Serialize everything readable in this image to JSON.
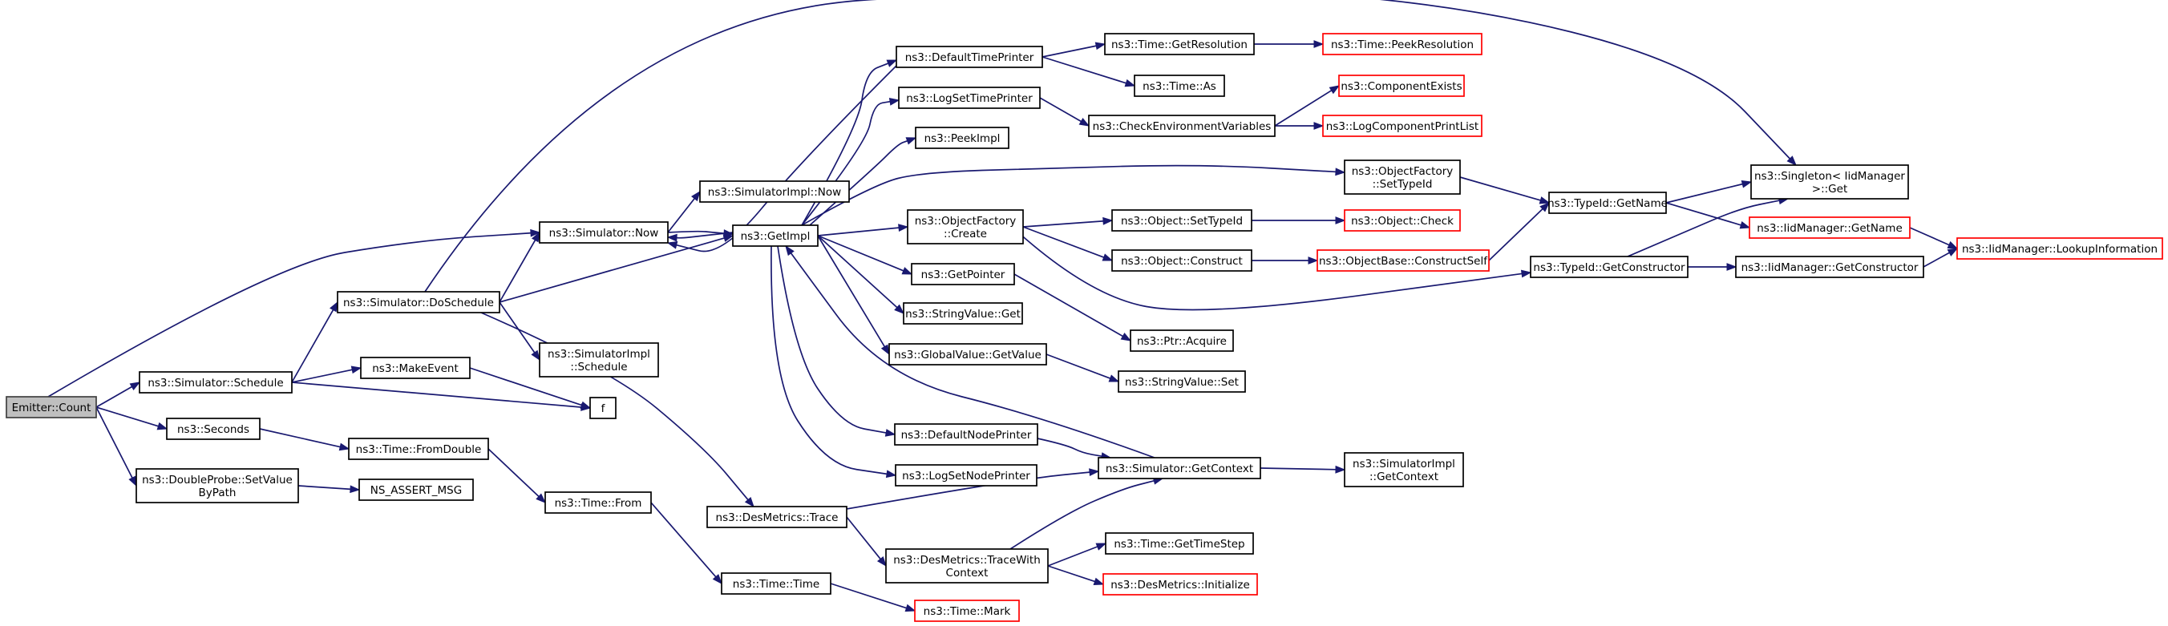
{
  "nodes": [
    {
      "id": "emitter_count",
      "lines": [
        "Emitter::Count"
      ],
      "kind": "root"
    },
    {
      "id": "sim_schedule",
      "lines": [
        "ns3::Simulator::Schedule"
      ]
    },
    {
      "id": "seconds",
      "lines": [
        "ns3::Seconds"
      ]
    },
    {
      "id": "dp_setvalue",
      "lines": [
        "ns3::DoubleProbe::SetValue",
        "ByPath"
      ]
    },
    {
      "id": "sim_doschedule",
      "lines": [
        "ns3::Simulator::DoSchedule"
      ]
    },
    {
      "id": "makeevent",
      "lines": [
        "ns3::MakeEvent"
      ]
    },
    {
      "id": "f",
      "lines": [
        "f"
      ]
    },
    {
      "id": "time_fromdouble",
      "lines": [
        "ns3::Time::FromDouble"
      ]
    },
    {
      "id": "ns_assert_msg",
      "lines": [
        "NS_ASSERT_MSG"
      ]
    },
    {
      "id": "sim_now",
      "lines": [
        "ns3::Simulator::Now"
      ]
    },
    {
      "id": "simimpl_schedule",
      "lines": [
        "ns3::SimulatorImpl",
        "::Schedule"
      ]
    },
    {
      "id": "time_from",
      "lines": [
        "ns3::Time::From"
      ]
    },
    {
      "id": "simimpl_now",
      "lines": [
        "ns3::SimulatorImpl::Now"
      ]
    },
    {
      "id": "getimpl",
      "lines": [
        "ns3::GetImpl"
      ]
    },
    {
      "id": "desm_trace",
      "lines": [
        "ns3::DesMetrics::Trace"
      ]
    },
    {
      "id": "time_time",
      "lines": [
        "ns3::Time::Time"
      ]
    },
    {
      "id": "default_time_printer",
      "lines": [
        "ns3::DefaultTimePrinter"
      ]
    },
    {
      "id": "logset_time_printer",
      "lines": [
        "ns3::LogSetTimePrinter"
      ]
    },
    {
      "id": "peekimpl",
      "lines": [
        "ns3::PeekImpl"
      ]
    },
    {
      "id": "of_create",
      "lines": [
        "ns3::ObjectFactory",
        "::Create"
      ]
    },
    {
      "id": "getpointer",
      "lines": [
        "ns3::GetPointer"
      ]
    },
    {
      "id": "stringvalue_get",
      "lines": [
        "ns3::StringValue::Get"
      ]
    },
    {
      "id": "gv_getvalue",
      "lines": [
        "ns3::GlobalValue::GetValue"
      ]
    },
    {
      "id": "default_node_printer",
      "lines": [
        "ns3::DefaultNodePrinter"
      ]
    },
    {
      "id": "logset_node_printer",
      "lines": [
        "ns3::LogSetNodePrinter"
      ]
    },
    {
      "id": "desm_tracewithcontext",
      "lines": [
        "ns3::DesMetrics::TraceWith",
        "Context"
      ]
    },
    {
      "id": "time_mark",
      "lines": [
        "ns3::Time::Mark"
      ],
      "kind": "trunc"
    },
    {
      "id": "time_getresolution",
      "lines": [
        "ns3::Time::GetResolution"
      ]
    },
    {
      "id": "time_as",
      "lines": [
        "ns3::Time::As"
      ]
    },
    {
      "id": "check_env_vars",
      "lines": [
        "ns3::CheckEnvironmentVariables"
      ]
    },
    {
      "id": "obj_settypeid",
      "lines": [
        "ns3::Object::SetTypeId"
      ]
    },
    {
      "id": "obj_construct",
      "lines": [
        "ns3::Object::Construct"
      ]
    },
    {
      "id": "ptr_acquire",
      "lines": [
        "ns3::Ptr::Acquire"
      ]
    },
    {
      "id": "stringvalue_set",
      "lines": [
        "ns3::StringValue::Set"
      ]
    },
    {
      "id": "sim_getcontext",
      "lines": [
        "ns3::Simulator::GetContext"
      ]
    },
    {
      "id": "time_gettimestep",
      "lines": [
        "ns3::Time::GetTimeStep"
      ]
    },
    {
      "id": "desm_initialize",
      "lines": [
        "ns3::DesMetrics::Initialize"
      ],
      "kind": "trunc"
    },
    {
      "id": "time_peekresolution",
      "lines": [
        "ns3::Time::PeekResolution"
      ],
      "kind": "trunc"
    },
    {
      "id": "componentexists",
      "lines": [
        "ns3::ComponentExists"
      ],
      "kind": "trunc"
    },
    {
      "id": "logcomponentprintlist",
      "lines": [
        "ns3::LogComponentPrintList"
      ],
      "kind": "trunc"
    },
    {
      "id": "of_settypeid",
      "lines": [
        "ns3::ObjectFactory",
        "::SetTypeId"
      ]
    },
    {
      "id": "obj_check",
      "lines": [
        "ns3::Object::Check"
      ],
      "kind": "trunc"
    },
    {
      "id": "objbase_constructself",
      "lines": [
        "ns3::ObjectBase::ConstructSelf"
      ],
      "kind": "trunc"
    },
    {
      "id": "simimpl_getcontext",
      "lines": [
        "ns3::SimulatorImpl",
        "::GetContext"
      ]
    },
    {
      "id": "typeid_getname",
      "lines": [
        "ns3::TypeId::GetName"
      ]
    },
    {
      "id": "typeid_getconstructor",
      "lines": [
        "ns3::TypeId::GetConstructor"
      ]
    },
    {
      "id": "singleton_get",
      "lines": [
        "ns3::Singleton< IidManager",
        " >::Get"
      ]
    },
    {
      "id": "iidmanager_getname",
      "lines": [
        "ns3::IidManager::GetName"
      ],
      "kind": "trunc"
    },
    {
      "id": "iidmanager_getconstructor",
      "lines": [
        "ns3::IidManager::GetConstructor"
      ]
    },
    {
      "id": "iidmanager_lookupinfo",
      "lines": [
        "ns3::IidManager::LookupInformation"
      ],
      "kind": "trunc"
    }
  ],
  "edges": [
    [
      "emitter_count",
      "sim_schedule"
    ],
    [
      "emitter_count",
      "seconds"
    ],
    [
      "emitter_count",
      "dp_setvalue"
    ],
    [
      "emitter_count",
      "sim_now"
    ],
    [
      "sim_schedule",
      "sim_doschedule"
    ],
    [
      "sim_schedule",
      "makeevent"
    ],
    [
      "sim_schedule",
      "f"
    ],
    [
      "makeevent",
      "f"
    ],
    [
      "seconds",
      "time_fromdouble"
    ],
    [
      "dp_setvalue",
      "ns_assert_msg"
    ],
    [
      "time_fromdouble",
      "time_from"
    ],
    [
      "time_from",
      "time_time"
    ],
    [
      "time_time",
      "time_mark"
    ],
    [
      "sim_doschedule",
      "sim_now"
    ],
    [
      "sim_doschedule",
      "getimpl"
    ],
    [
      "sim_doschedule",
      "simimpl_schedule"
    ],
    [
      "sim_doschedule",
      "desm_trace"
    ],
    [
      "sim_doschedule",
      "singleton_get"
    ],
    [
      "sim_now",
      "simimpl_now"
    ],
    [
      "sim_now",
      "getimpl"
    ],
    [
      "getimpl",
      "sim_now"
    ],
    [
      "getimpl",
      "default_time_printer"
    ],
    [
      "getimpl",
      "logset_time_printer"
    ],
    [
      "getimpl",
      "peekimpl"
    ],
    [
      "getimpl",
      "of_create"
    ],
    [
      "getimpl",
      "getpointer"
    ],
    [
      "getimpl",
      "stringvalue_get"
    ],
    [
      "getimpl",
      "gv_getvalue"
    ],
    [
      "getimpl",
      "default_node_printer"
    ],
    [
      "getimpl",
      "logset_node_printer"
    ],
    [
      "getimpl",
      "of_settypeid"
    ],
    [
      "desm_trace",
      "sim_getcontext"
    ],
    [
      "desm_trace",
      "desm_tracewithcontext"
    ],
    [
      "desm_tracewithcontext",
      "sim_getcontext"
    ],
    [
      "desm_tracewithcontext",
      "time_gettimestep"
    ],
    [
      "desm_tracewithcontext",
      "desm_initialize"
    ],
    [
      "sim_getcontext",
      "getimpl"
    ],
    [
      "sim_getcontext",
      "simimpl_getcontext"
    ],
    [
      "default_node_printer",
      "sim_getcontext"
    ],
    [
      "default_time_printer",
      "time_getresolution"
    ],
    [
      "default_time_printer",
      "time_as"
    ],
    [
      "default_time_printer",
      "sim_now"
    ],
    [
      "time_getresolution",
      "time_peekresolution"
    ],
    [
      "logset_time_printer",
      "check_env_vars"
    ],
    [
      "check_env_vars",
      "componentexists"
    ],
    [
      "check_env_vars",
      "logcomponentprintlist"
    ],
    [
      "of_create",
      "obj_settypeid"
    ],
    [
      "of_create",
      "obj_construct"
    ],
    [
      "of_create",
      "typeid_getconstructor"
    ],
    [
      "obj_settypeid",
      "obj_check"
    ],
    [
      "obj_construct",
      "objbase_constructself"
    ],
    [
      "objbase_constructself",
      "typeid_getname"
    ],
    [
      "getpointer",
      "ptr_acquire"
    ],
    [
      "gv_getvalue",
      "stringvalue_set"
    ],
    [
      "of_settypeid",
      "typeid_getname"
    ],
    [
      "typeid_getname",
      "singleton_get"
    ],
    [
      "typeid_getname",
      "iidmanager_getname"
    ],
    [
      "typeid_getconstructor",
      "singleton_get"
    ],
    [
      "typeid_getconstructor",
      "iidmanager_getconstructor"
    ],
    [
      "iidmanager_getname",
      "iidmanager_lookupinfo"
    ],
    [
      "iidmanager_getconstructor",
      "iidmanager_lookupinfo"
    ]
  ]
}
